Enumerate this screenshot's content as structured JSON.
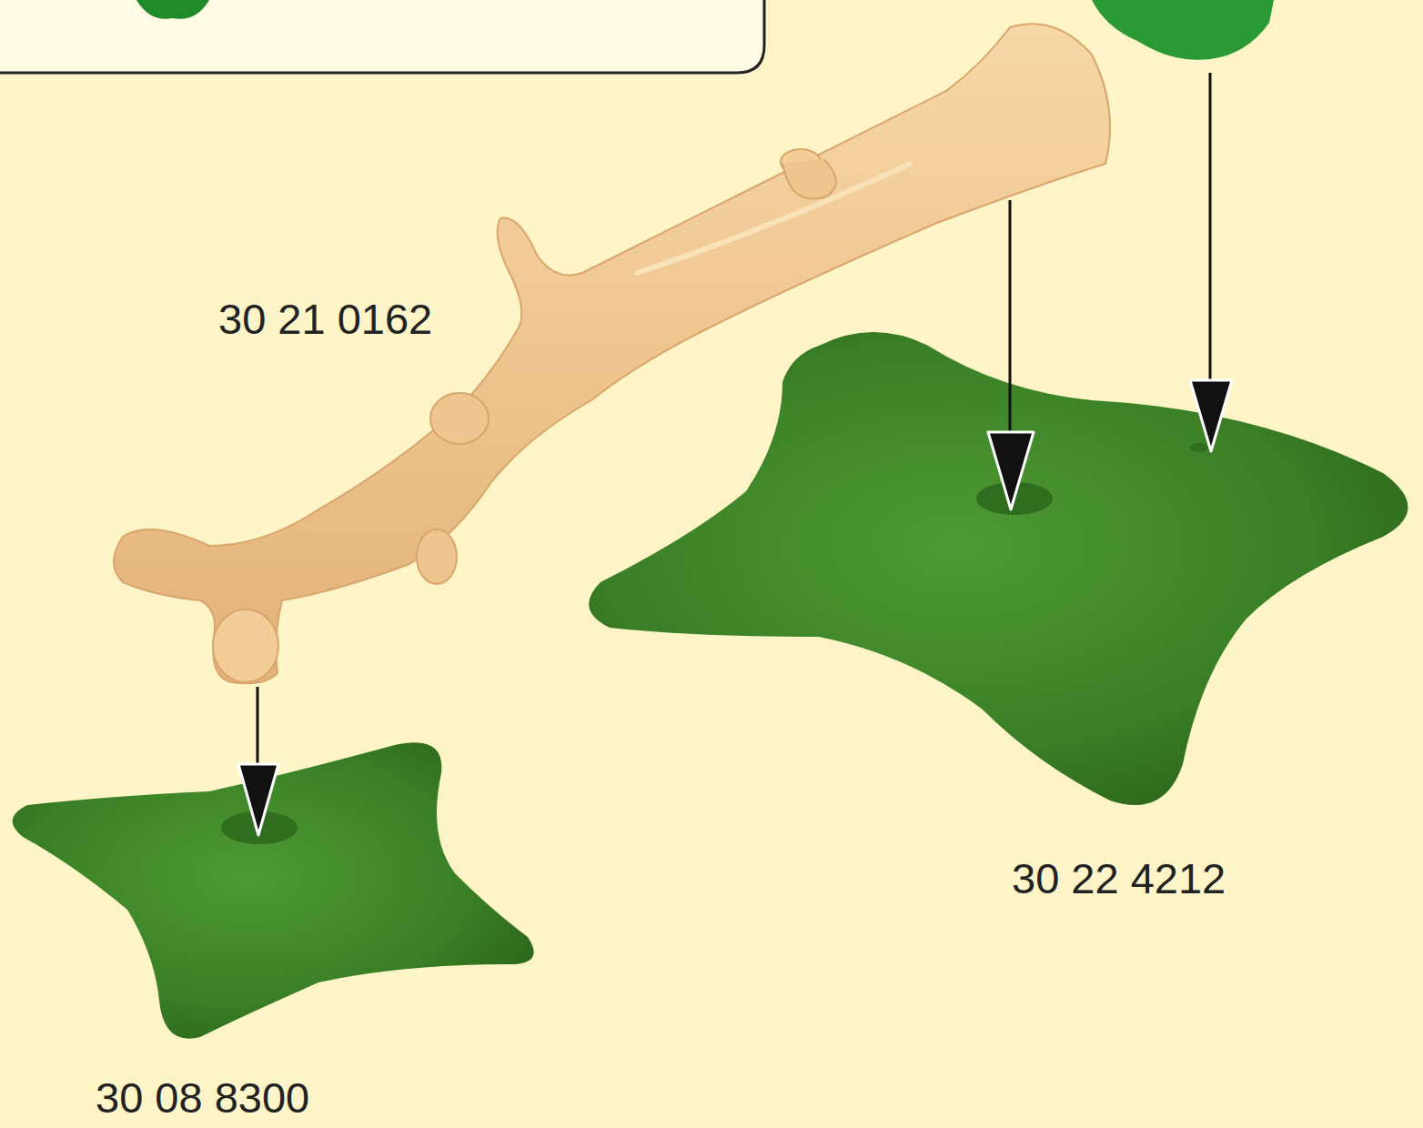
{
  "diagram": {
    "labels": [
      "30 21 0162",
      "30 22 4212",
      "30 08 8300"
    ]
  }
}
